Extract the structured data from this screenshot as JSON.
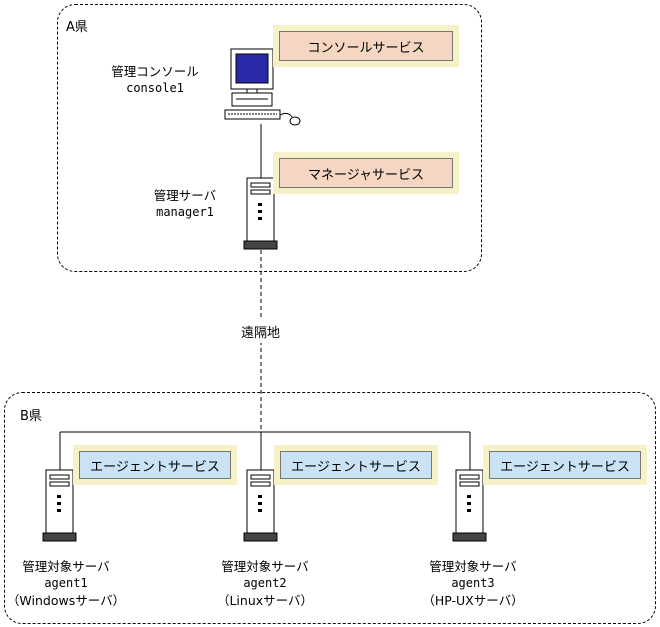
{
  "regions": {
    "a": {
      "label": "A県"
    },
    "b": {
      "label": "B県"
    }
  },
  "a_side": {
    "console": {
      "name": "管理コンソール",
      "host": "console1",
      "service": "コンソールサービス",
      "icon": "desktop-computer-icon"
    },
    "manager": {
      "name": "管理サーバ",
      "host": "manager1",
      "service": "マネージャサービス",
      "icon": "tower-server-icon"
    }
  },
  "link": {
    "label": "遠隔地"
  },
  "agents": [
    {
      "name": "管理対象サーバ",
      "host": "agent1",
      "os": "（Windowsサーバ）",
      "service": "エージェントサービス",
      "icon": "tower-server-icon"
    },
    {
      "name": "管理対象サーバ",
      "host": "agent2",
      "os": "（Linuxサーバ）",
      "service": "エージェントサービス",
      "icon": "tower-server-icon"
    },
    {
      "name": "管理対象サーバ",
      "host": "agent3",
      "os": "（HP-UXサーバ）",
      "service": "エージェントサービス",
      "icon": "tower-server-icon"
    }
  ],
  "colors": {
    "service_frame": "#f6f1c6",
    "manager_service_fill": "#f4d6c2",
    "agent_service_fill": "#c9e3f5",
    "monitor_screen": "#2a2aa8"
  }
}
